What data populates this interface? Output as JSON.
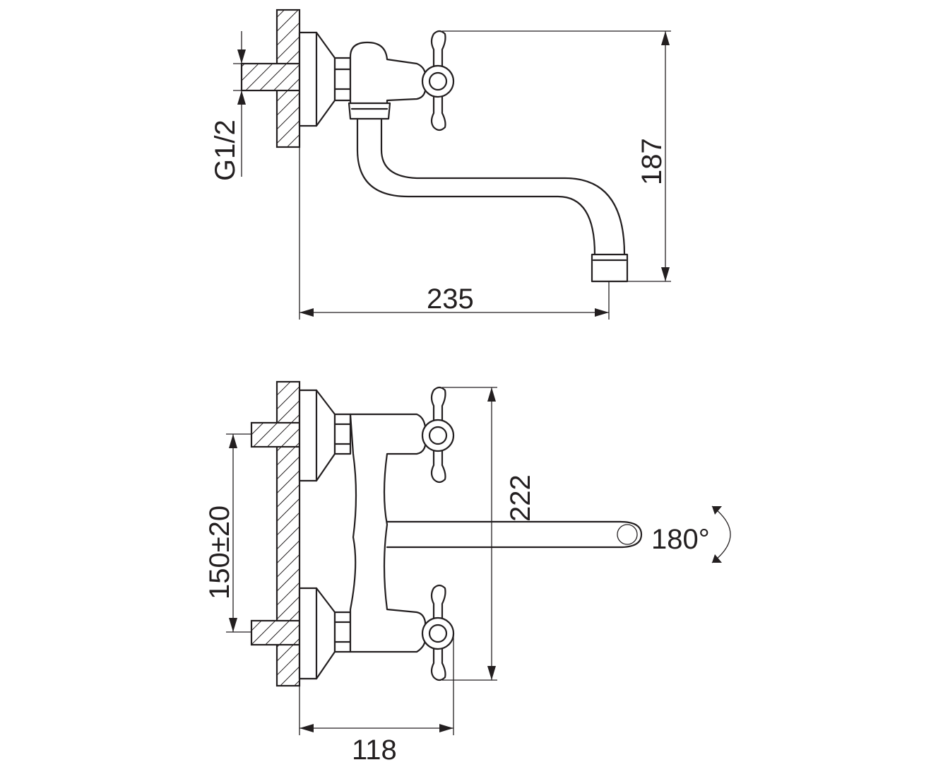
{
  "dimensions": {
    "thread": "G1/2",
    "height_side_view": "187",
    "spout_reach": "235",
    "center_distance": "150±20",
    "total_height_front_view": "222",
    "handle_offset": "118",
    "swivel_angle": "180°"
  },
  "colors": {
    "line": "#231f20",
    "background": "#ffffff"
  }
}
